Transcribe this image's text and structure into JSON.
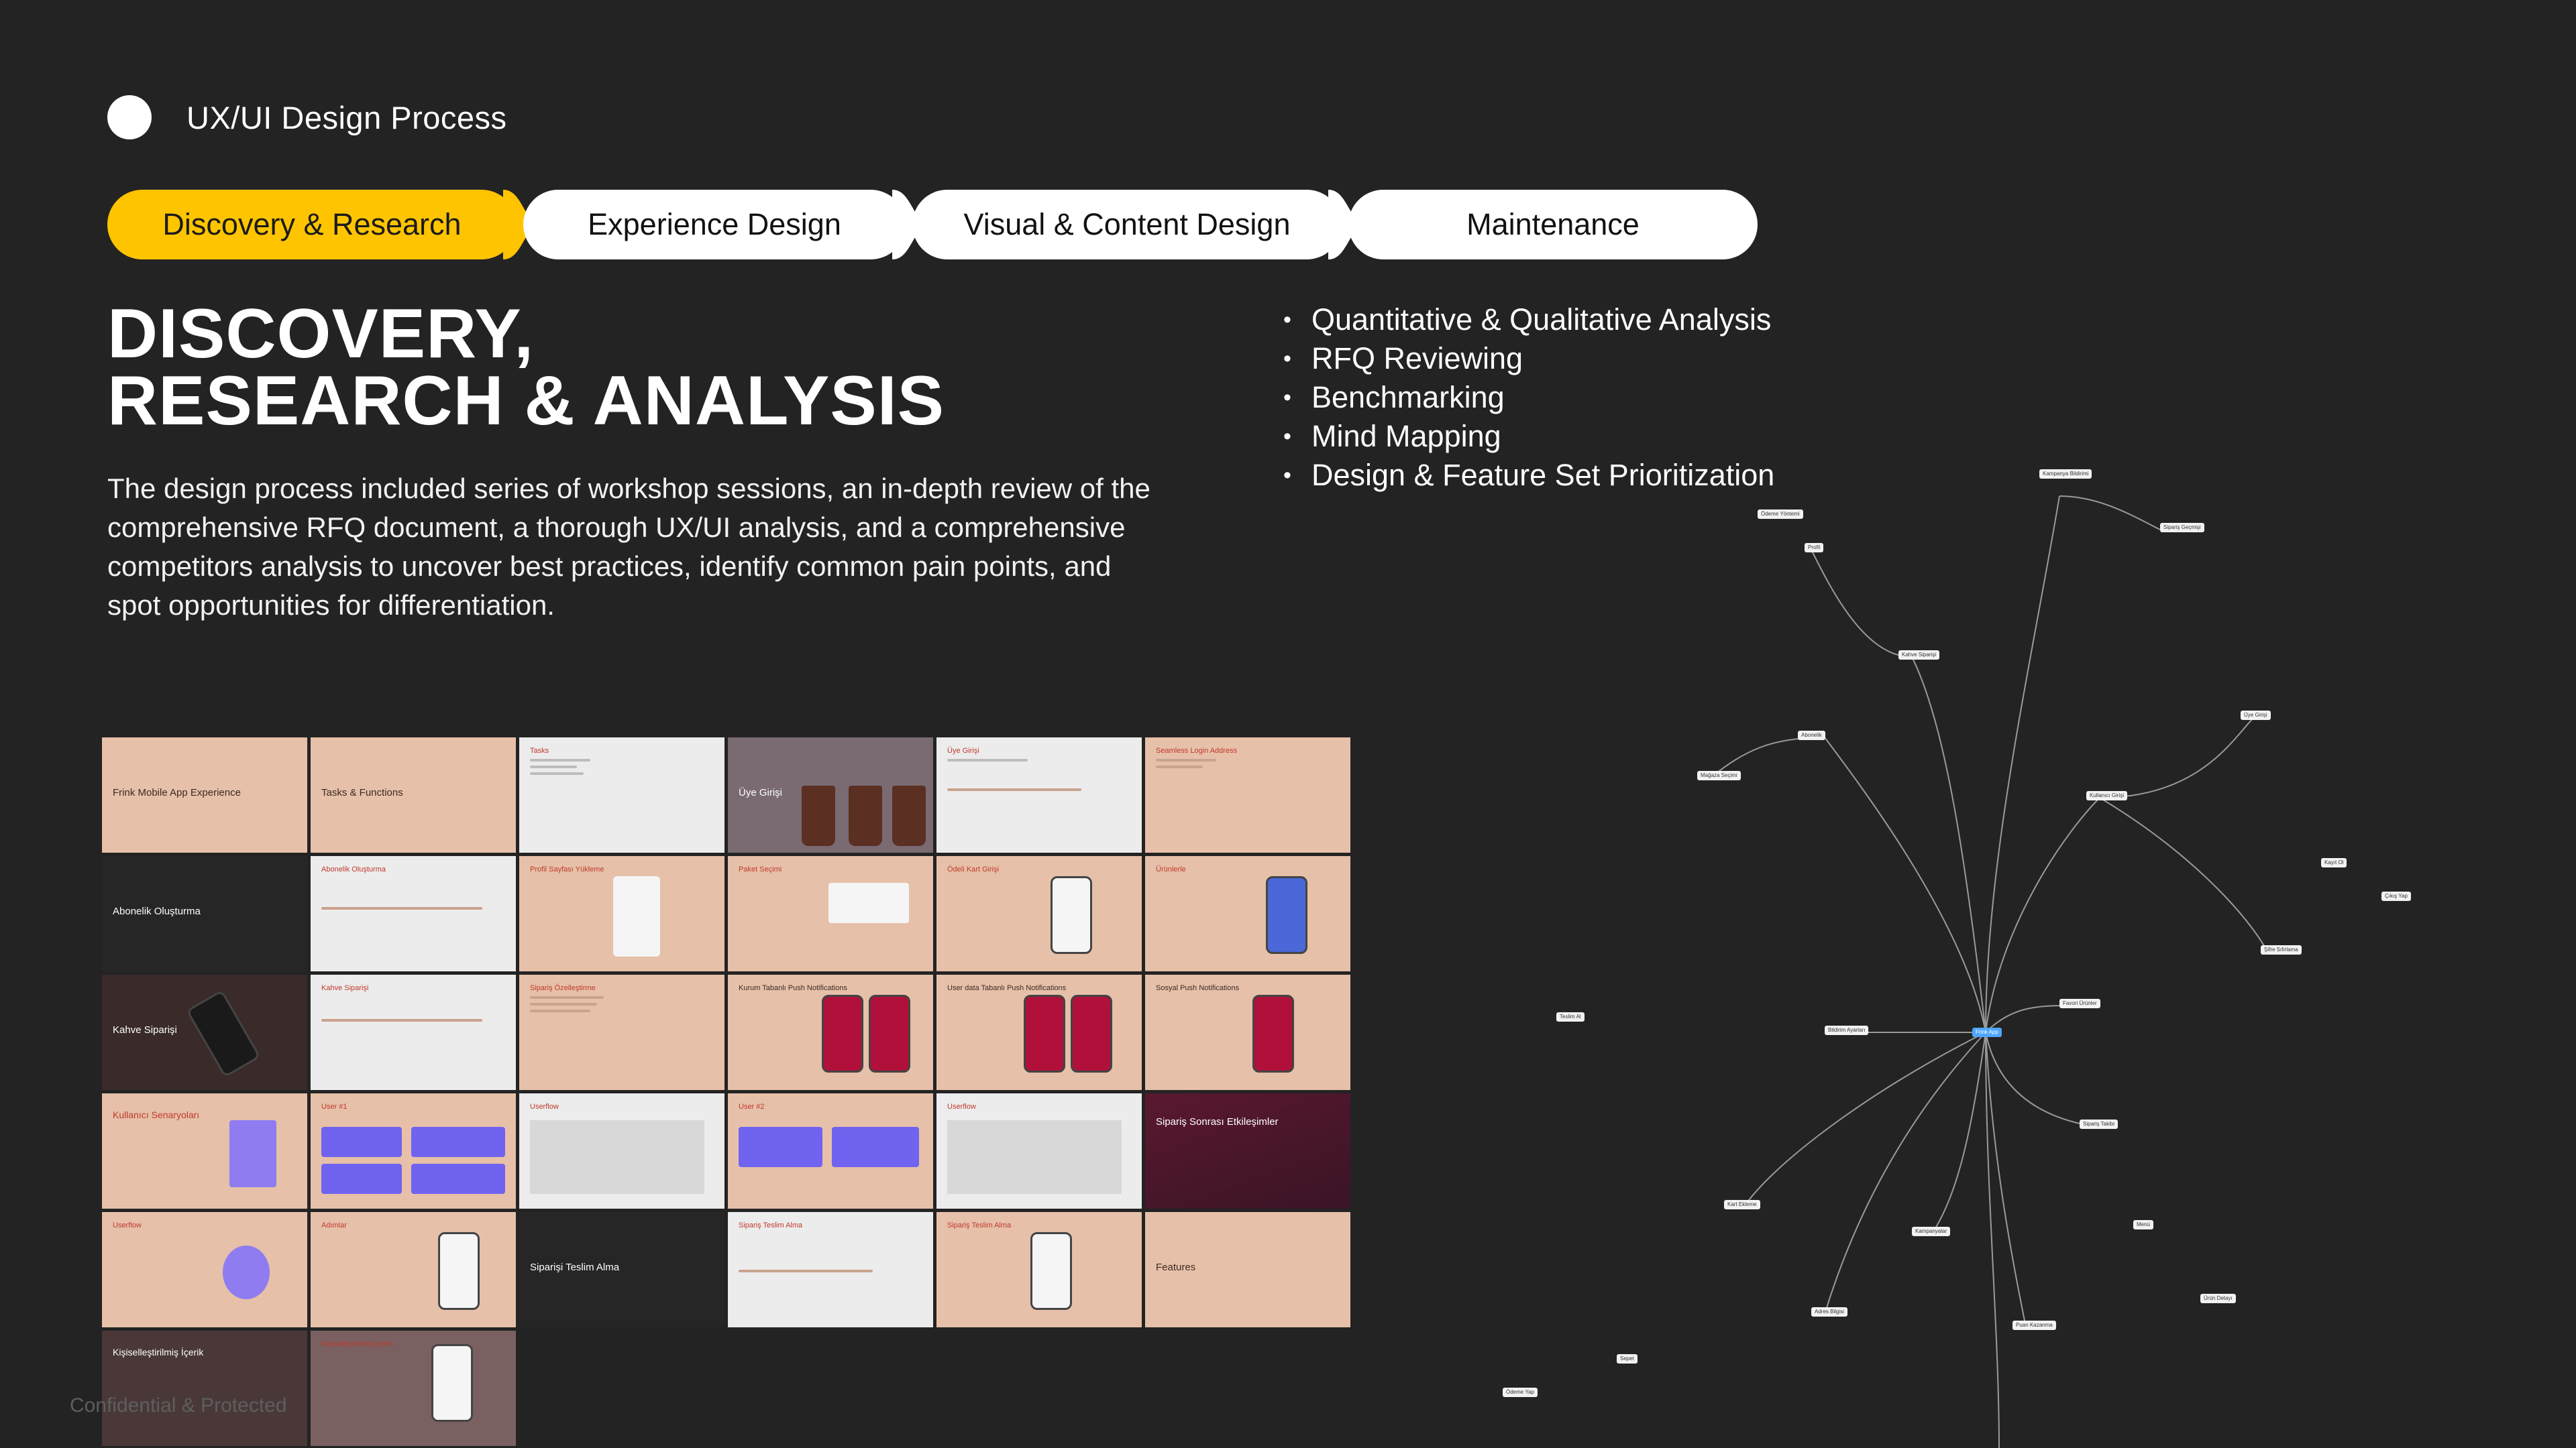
{
  "header": {
    "title": "UX/UI Design Process"
  },
  "tabs": [
    {
      "label": "Discovery & Research",
      "active": true
    },
    {
      "label": "Experience Design",
      "active": false
    },
    {
      "label": "Visual & Content Design",
      "active": false
    },
    {
      "label": "Maintenance",
      "active": false
    }
  ],
  "colors": {
    "background": "#232323",
    "accent": "#ffc400",
    "text": "#ffffff"
  },
  "section": {
    "title_line1": "DISCOVERY,",
    "title_line2": "RESEARCH & ANALYSIS",
    "description": "The design process included series of workshop sessions, an in-depth review of the comprehensive RFQ document, a thorough UX/UI analysis, and a comprehensive competitors analysis to uncover best practices, identify common pain points, and spot opportunities for differentiation."
  },
  "bullets": [
    "Quantitative & Qualitative Analysis",
    "RFQ Reviewing",
    "Benchmarking",
    "Mind Mapping",
    "Design & Feature Set Prioritization"
  ],
  "slides": [
    "Frink Mobile App Experience",
    "Tasks & Functions",
    "Tasks",
    "Üye Girişi",
    "Üye Girişi",
    "Seamless Login Address",
    "Abonelik Oluşturma",
    "Abonelik Oluşturma",
    "Profil Sayfası Yükleme",
    "Paket Seçimi",
    "Ödeli Kart Girişi",
    "Ürünlerle",
    "Kahve Siparişi",
    "Kahve Siparişi",
    "Sipariş Özelleştirme",
    "Kurum Tabanlı Push Notifications",
    "User data Tabanlı Push Notifications",
    "Sosyal Push Notifications",
    "Kullanıcı Senaryoları",
    "User #1",
    "Userflow",
    "User #2",
    "Userflow",
    "Sipariş Sonrası Etkileşimler",
    "Userflow",
    "Adımlar",
    "Siparişi Teslim Alma",
    "Sipariş Teslim Alma",
    "Sipariş Teslim Alma",
    "Features",
    "Kişiselleştirilmiş İçerik",
    "Kişiselleştirilmiş İçerik"
  ],
  "mindmap": {
    "root": "Frink App",
    "nodes": [
      "Kampanya Bildirimi",
      "Sipariş Geçmişi",
      "Kahve Siparişi",
      "Profil",
      "Ödeme Yöntemi",
      "Abonelik",
      "Kullanıcı Girişi",
      "Üye Girişi",
      "Şifre Sıfırlama",
      "Favori Ürünler",
      "Bildirim Ayarları",
      "Mağaza Seçimi",
      "Sipariş Takibi",
      "Kampanyalar",
      "Puan Kazanma",
      "Kart Ekleme",
      "Adres Bilgisi",
      "Kayıt Ol",
      "Çıkış Yap",
      "Menü",
      "Ürün Detayı",
      "Sepet",
      "Ödeme Yap",
      "Teslim Al"
    ]
  },
  "watermark": "Confidential & Protected"
}
